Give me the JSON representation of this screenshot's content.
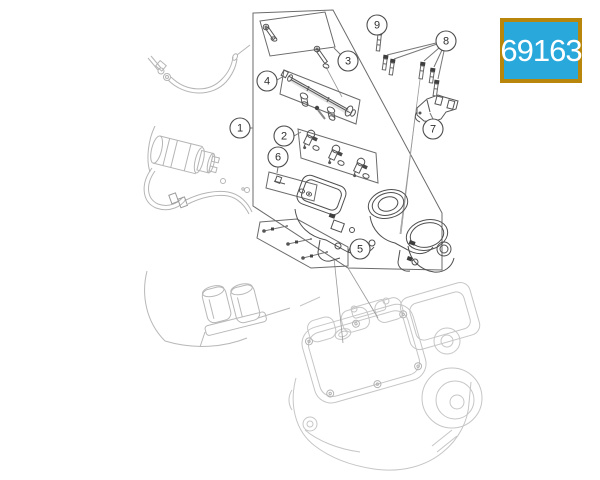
{
  "badge": {
    "part_number": "69163",
    "background_color": "#29a8db",
    "border_color": "#b8860b",
    "text_color": "#ffffff"
  },
  "callouts": [
    {
      "label": "1"
    },
    {
      "label": "2"
    },
    {
      "label": "3"
    },
    {
      "label": "4"
    },
    {
      "label": "5"
    },
    {
      "label": "6"
    },
    {
      "label": "7"
    },
    {
      "label": "8"
    },
    {
      "label": "9"
    }
  ],
  "colors": {
    "main_line": "#555555",
    "box_line": "#6b6b6b",
    "faint_line": "#c4c4c4",
    "dark_fill": "#3f3f3f",
    "background": "#ffffff"
  }
}
